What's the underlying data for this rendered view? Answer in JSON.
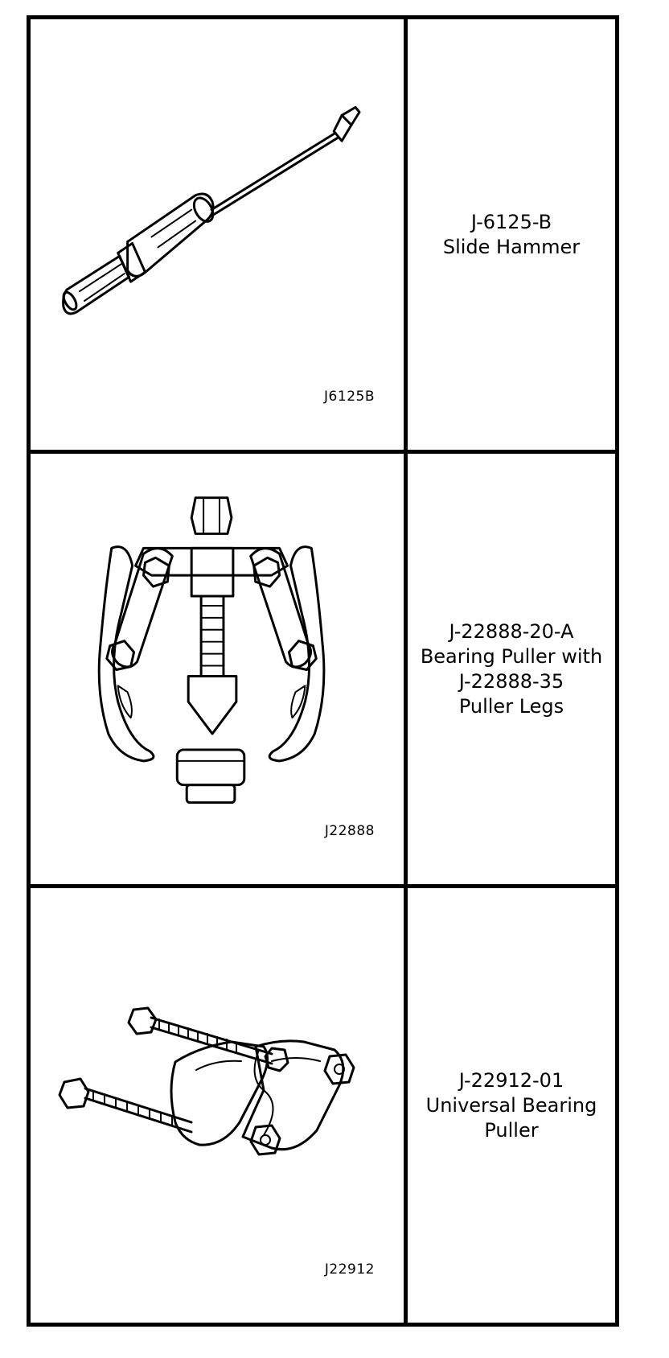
{
  "tools": [
    {
      "figure_label": "J6125B",
      "description_lines": [
        "J-6125-B",
        "Slide Hammer"
      ],
      "icon": "slide-hammer-icon"
    },
    {
      "figure_label": "J22888",
      "description_lines": [
        "J-22888-20-A",
        "Bearing Puller with",
        "J-22888-35",
        "Puller Legs"
      ],
      "icon": "bearing-puller-icon"
    },
    {
      "figure_label": "J22912",
      "description_lines": [
        "J-22912-01",
        "Universal Bearing",
        "Puller"
      ],
      "icon": "universal-bearing-puller-icon"
    }
  ],
  "colors": {
    "ink": "#000000",
    "paper": "#ffffff"
  }
}
